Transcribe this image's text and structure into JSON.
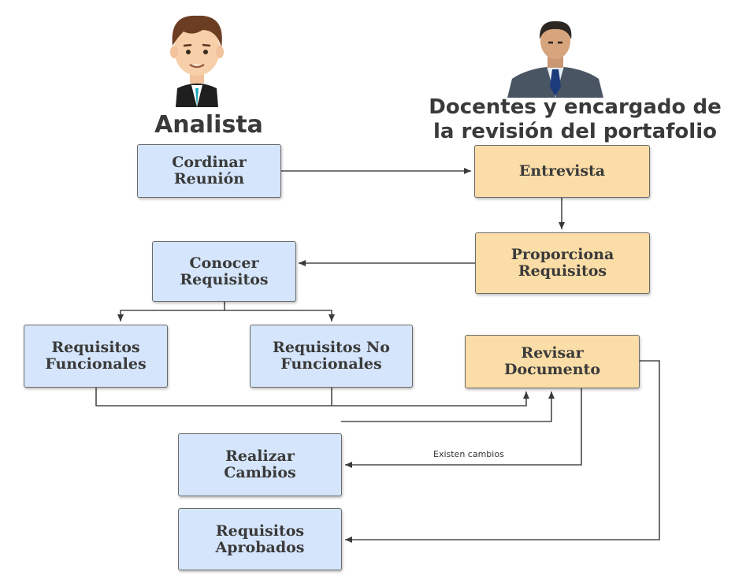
{
  "actors": {
    "analyst": {
      "title": "Analista",
      "icon": "analyst-avatar-icon"
    },
    "teachers": {
      "title": "Docentes y encargado de\nla revisión del portafolio",
      "icon": "businessman-avatar-icon"
    }
  },
  "boxes": {
    "coordinate_meeting": "Cordinar\nReunión",
    "interview": "Entrevista",
    "provide_requirements": "Proporciona\nRequisitos",
    "know_requirements": "Conocer\nRequisitos",
    "functional_requirements": "Requisitos\nFuncionales",
    "nonfunctional_requirements": "Requisitos No\nFuncionales",
    "review_document": "Revisar\nDocumento",
    "make_changes": "Realizar\nCambios",
    "approved_requirements": "Requisitos\nAprobados"
  },
  "edges": {
    "changes_label": "Existen cambios"
  },
  "colors": {
    "analyst_box": "#d5e5fb",
    "teacher_box": "#fbdda7",
    "line": "#4a4a4a"
  }
}
